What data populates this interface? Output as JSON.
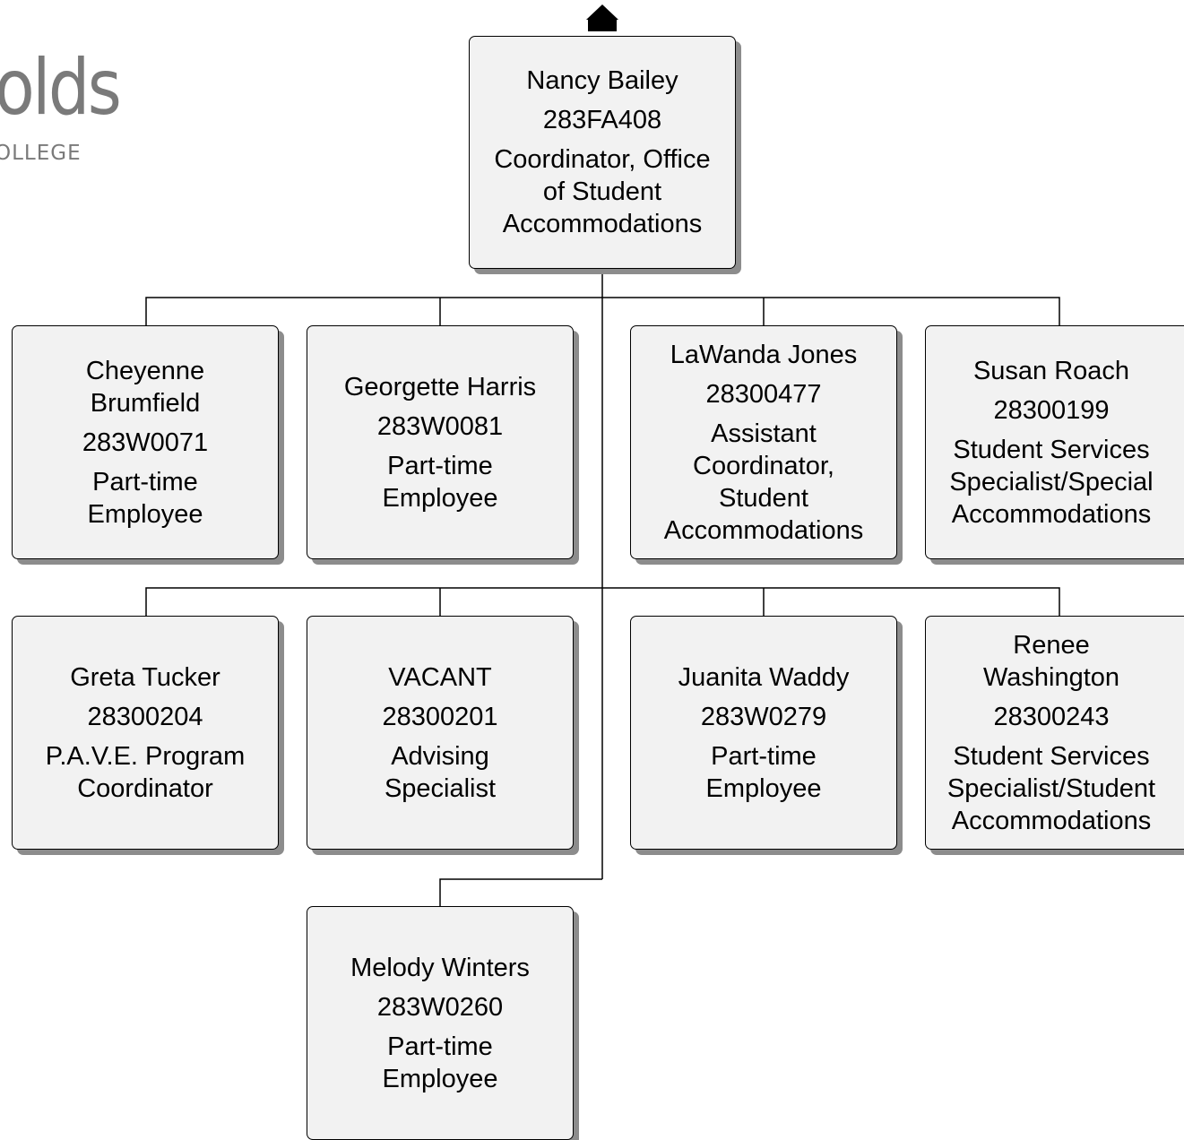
{
  "logo": {
    "wordmark": "olds",
    "subtitle": "OLLEGE"
  },
  "nodes": {
    "root": {
      "name": "Nancy Bailey",
      "id": "283FA408",
      "title": "Coordinator, Office of Student Accommodations"
    },
    "n1": {
      "name": "Cheyenne Brumfield",
      "id": "283W0071",
      "title": "Part-time Employee"
    },
    "n2": {
      "name": "Georgette Harris",
      "id": "283W0081",
      "title": "Part-time Employee"
    },
    "n3": {
      "name": "LaWanda Jones",
      "id": "28300477",
      "title": "Assistant Coordinator, Student Accommodations"
    },
    "n4": {
      "name": "Susan Roach",
      "id": "28300199",
      "title": "Student Services Specialist/Special Accommodations"
    },
    "n5": {
      "name": "Greta Tucker",
      "id": "28300204",
      "title": "P.A.V.E. Program Coordinator"
    },
    "n6": {
      "name": "VACANT",
      "id": "28300201",
      "title": "Advising Specialist"
    },
    "n7": {
      "name": "Juanita Waddy",
      "id": "283W0279",
      "title": "Part-time Employee"
    },
    "n8": {
      "name": "Renee Washington",
      "id": "28300243",
      "title": "Student Services Specialist/Student Accommodations"
    },
    "n9": {
      "name": "Melody Winters",
      "id": "283W0260",
      "title": "Part-time Employee"
    }
  }
}
